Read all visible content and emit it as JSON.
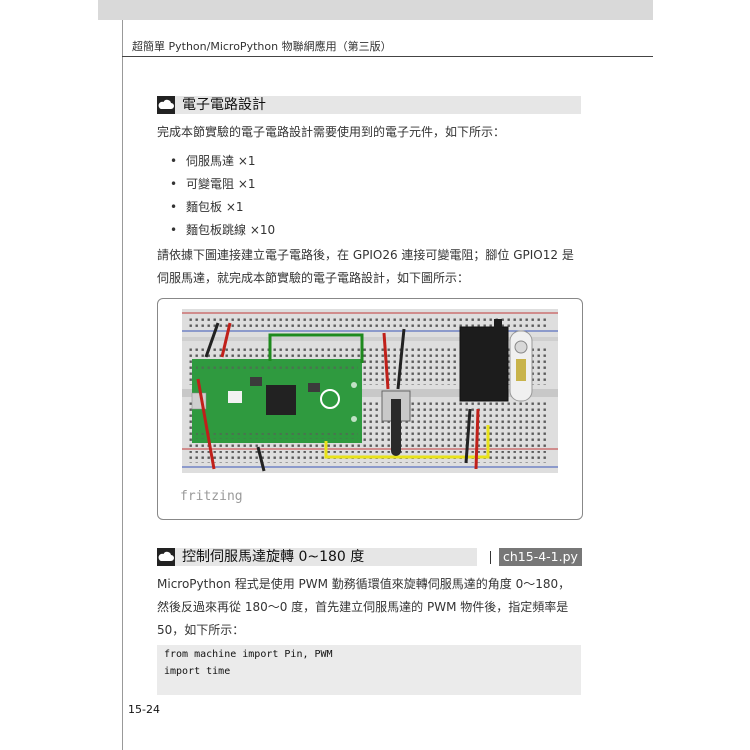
{
  "header": {
    "running_head": "超簡單 Python/MicroPython 物聯網應用（第三版）"
  },
  "section1": {
    "title": "電子電路設計",
    "intro": "完成本節實驗的電子電路設計需要使用到的電子元件，如下所示：",
    "components": [
      "伺服馬達 ×1",
      "可變電阻 ×1",
      "麵包板 ×1",
      "麵包板跳線 ×10"
    ],
    "desc_line1": "請依據下圖連接建立電子電路後，在 GPIO26 連接可變電阻；腳位 GPIO12 是",
    "desc_line2": "伺服馬達，就完成本節實驗的電子電路設計，如下圖所示：",
    "figure_watermark": "fritzing"
  },
  "section2": {
    "title": "控制伺服馬達旋轉 0~180 度",
    "file_tag": "ch15-4-1.py",
    "para_line1": "MicroPython 程式是使用 PWM 勤務循環值來旋轉伺服馬達的角度 0～180，",
    "para_line2": "然後反過來再從 180～0 度，首先建立伺服馬達的 PWM 物件後，指定頻率是",
    "para_line3": "50，如下所示：",
    "code": [
      "from machine import Pin, PWM",
      "import time"
    ]
  },
  "footer": {
    "page_number": "15-24"
  },
  "colors": {
    "section_bar": "#e6e6e6",
    "code_bg": "#ebebeb",
    "pico_green": "#2f9a3f",
    "wire_red": "#c0201a",
    "wire_green": "#1e8a1e",
    "wire_yellow": "#e8e21a"
  }
}
